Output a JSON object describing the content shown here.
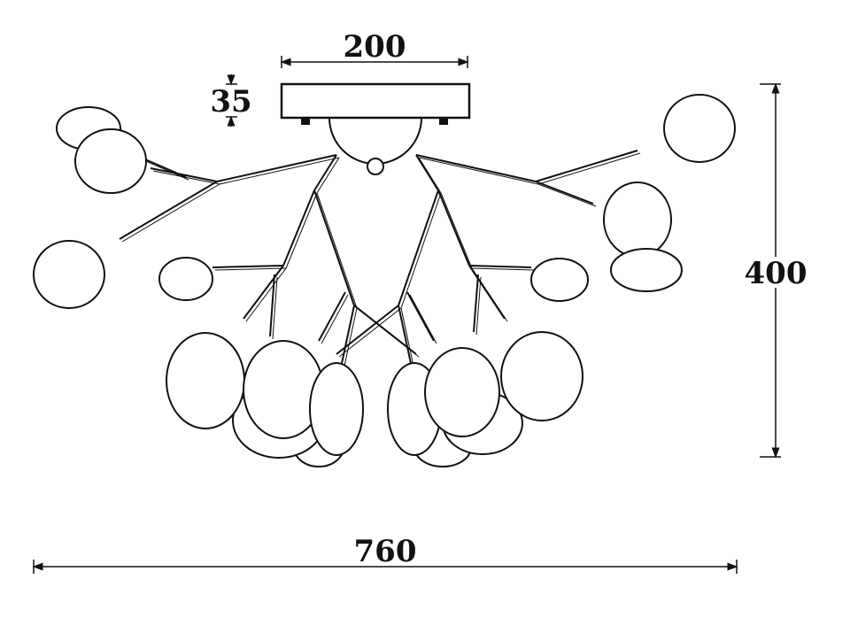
{
  "dimensions": {
    "canopy_width": "200",
    "canopy_height": "35",
    "total_height": "400",
    "total_width": "760"
  },
  "colors": {
    "line": "#111111",
    "background": "#ffffff"
  }
}
